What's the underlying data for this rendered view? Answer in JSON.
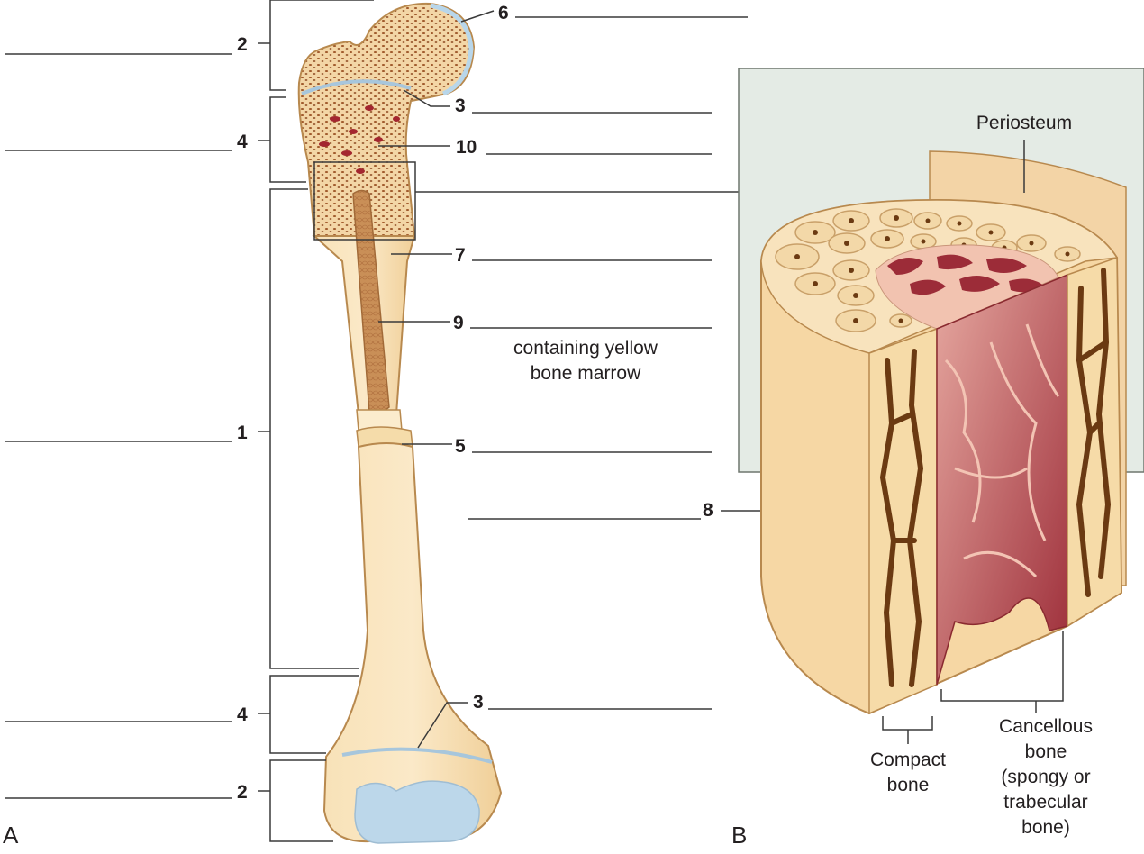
{
  "panels": {
    "a": "A",
    "b": "B"
  },
  "callouts": {
    "shaft_left": "1",
    "end_top_left": "2",
    "end_bottom_left": "2",
    "metaphysis_top_left": "4",
    "metaphysis_bottom_left": "4",
    "plate_top": "3",
    "plate_bottom": "3",
    "cartilage": "6",
    "spongy_head": "10",
    "compact_wall": "7",
    "cavity": "9",
    "periosteum_num": "5",
    "osteon": "8"
  },
  "captions": {
    "yellow_marrow_line1": "containing yellow",
    "yellow_marrow_line2": "bone marrow",
    "periosteum": "Periosteum",
    "compact_line1": "Compact",
    "compact_line2": "bone",
    "cancellous_line1": "Cancellous",
    "cancellous_line2": "bone",
    "cancellous_line3": "(spongy or",
    "cancellous_line4": "trabecular",
    "cancellous_line5": "bone)"
  },
  "colors": {
    "bone": "#f6dcaa",
    "bone_outline": "#b8894e",
    "spongy_red": "#b0343c",
    "cartilage_blue": "#b8d6ea",
    "inset_bg": "#e4ebe5",
    "marrow": "#c8925a",
    "canal_brown": "#6b3a12"
  }
}
